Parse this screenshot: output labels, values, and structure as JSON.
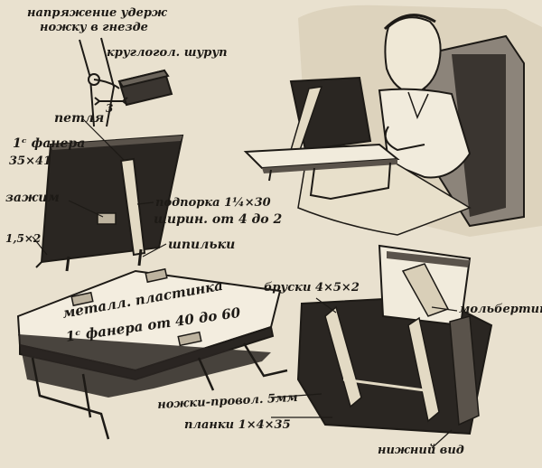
{
  "labels": {
    "tension": "напряжение удерж",
    "tension2": "ножку в гнезде",
    "screw": "круглогол. шуруп",
    "dim3": "3",
    "hinge": "петля",
    "plywood": "1ᶜ фанера",
    "plywood_size": "35×41",
    "clamp": "зажим",
    "strut": "подпорка 1¼×30",
    "strut_width": "ширин. от 4 до 2",
    "dim15x2": "1,5×2",
    "pins": "шпильки",
    "metal_plate": "металл. пластинка",
    "plywood_top": "1ᶜ фанера от 40 до 60",
    "bars": "бруски 4×5×2",
    "easel": "мольбертик",
    "wire_legs": "ножки-провол. 5мм",
    "slats": "планки 1×4×35",
    "bottom_view": "нижний вид"
  },
  "colors": {
    "paper": "#e9e1cf",
    "ink": "#1d1a16",
    "dark_fill": "#2a2622",
    "mid_fill": "#4a4540"
  }
}
